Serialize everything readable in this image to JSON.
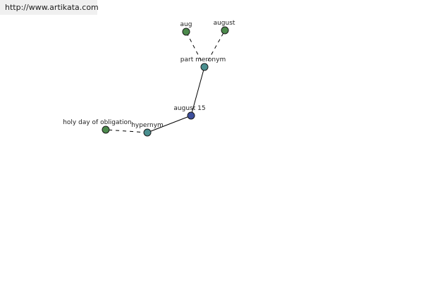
{
  "site": {
    "url": "http://www.artikata.com"
  },
  "colors": {
    "center_node": "#3d4f9c",
    "relation_node": "#4a8f8f",
    "leaf_node": "#4c8a4c",
    "edge": "#000000"
  },
  "graph": {
    "center": {
      "label": "august 15",
      "type": "center"
    },
    "relations": [
      {
        "label": "part meronym",
        "type": "relation",
        "words": [
          {
            "label": "aug",
            "type": "leaf"
          },
          {
            "label": "august",
            "type": "leaf"
          }
        ]
      },
      {
        "label": "hypernym",
        "type": "relation",
        "words": [
          {
            "label": "holy day of obligation",
            "type": "leaf"
          }
        ]
      }
    ]
  }
}
